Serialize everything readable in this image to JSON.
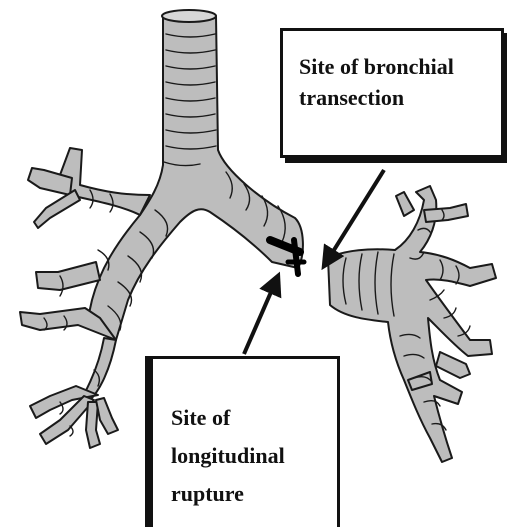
{
  "labels": {
    "transection": [
      "Site of bronchial",
      "transection"
    ],
    "rupture": [
      "Site of",
      "longitudinal",
      "rupture"
    ]
  },
  "colors": {
    "airway_fill": "#bdbdbd",
    "outline": "#1a1a1a",
    "box_border": "#111111"
  }
}
